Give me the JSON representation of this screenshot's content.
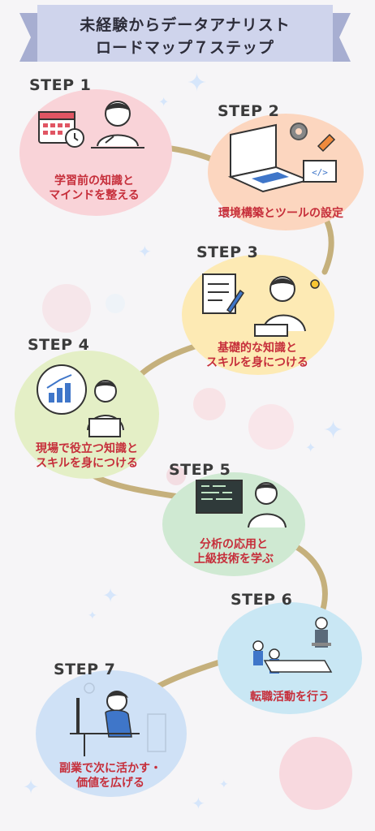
{
  "title": {
    "line1": "未経験からデータアナリスト",
    "line2": "ロードマップ７ステップ"
  },
  "colors": {
    "background": "#f6f5f7",
    "banner": "#cfd4ec",
    "path": "#c5b07c",
    "caption": "#c62e3a",
    "step1": "#f9d3d8",
    "step2": "#fcd6bf",
    "step3": "#fdeab4",
    "step4": "#e4efc6",
    "step5": "#cfe9d2",
    "step6": "#c9e7f4",
    "step7": "#cfe1f6"
  },
  "steps": [
    {
      "label": "STEP 1",
      "caption_lines": [
        "学習前の知識と",
        "マインドを整える"
      ],
      "icon": "calendar-clock-icon"
    },
    {
      "label": "STEP 2",
      "caption_lines": [
        "環境構築とツールの設定"
      ],
      "icon": "laptop-gear-wrench-icon"
    },
    {
      "label": "STEP 3",
      "caption_lines": [
        "基礎的な知識と",
        "スキルを身につける"
      ],
      "icon": "notebook-pen-icon"
    },
    {
      "label": "STEP 4",
      "caption_lines": [
        "現場で役立つ知識と",
        "スキルを身につける"
      ],
      "icon": "chart-bubble-icon"
    },
    {
      "label": "STEP 5",
      "caption_lines": [
        "分析の応用と",
        "上級技術を学ぶ"
      ],
      "icon": "monitor-code-icon"
    },
    {
      "label": "STEP 6",
      "caption_lines": [
        "転職活動を行う"
      ],
      "icon": "interview-icon"
    },
    {
      "label": "STEP 7",
      "caption_lines": [
        "副業で次に活かす・",
        "価値を広げる"
      ],
      "icon": "desk-work-icon"
    }
  ]
}
